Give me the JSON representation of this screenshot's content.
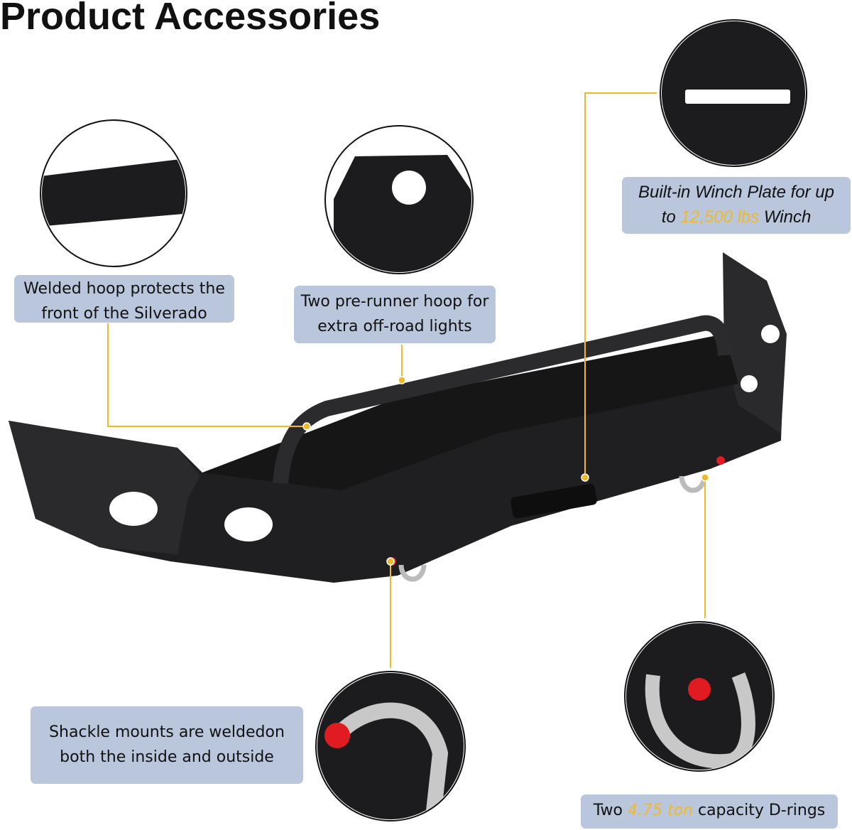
{
  "title": "Product Accessories",
  "colors": {
    "label_bg": "#b9c6dc",
    "accent": "#f0b92a",
    "metal": "#1c1c1e"
  },
  "callouts": {
    "hoop": {
      "line1": "Welded hoop protects the",
      "line2": "front of the Silverado"
    },
    "prerunner": {
      "line1": "Two pre-runner hoop for",
      "line2": "extra off-road lights"
    },
    "winch": {
      "line1": "Built-in Winch Plate for up",
      "line2_pre": "to ",
      "line2_hl": "12,500 lbs",
      "line2_post": " Winch"
    },
    "shackle": {
      "line1": "Shackle mounts are weldedon",
      "line2": "both the inside and outside"
    },
    "drings": {
      "pre": "Two ",
      "hl": "4.75 ton",
      "post": " capacity D-rings"
    }
  }
}
